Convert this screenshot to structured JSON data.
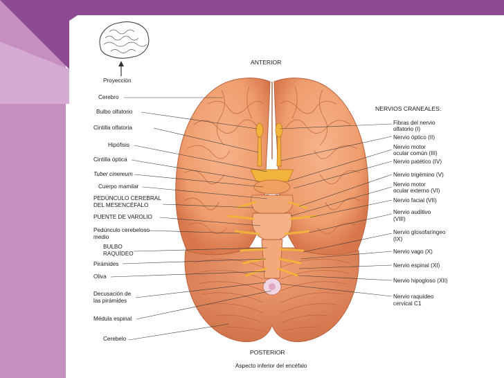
{
  "header": {
    "anterior": "ANTERIOR",
    "posterior": "POSTERIOR",
    "projection": "Proyección"
  },
  "caption": "Aspecto inferior del encéfalo",
  "right_header": "NERVIOS CRANEALES:",
  "left_labels": [
    "Cerebro",
    "Bulbo olfatorio",
    "Cintilla olfatoria",
    "Hipófisis",
    "Cintilla óptica",
    "Tuber cinereum",
    "Cuerpo mamilar",
    "PEDÚNCULO CEREBRAL",
    "DEL MESENCÉFALO",
    "PUENTE DE VAROLIO",
    "Pedúnculo cerebeloso",
    "medio",
    "BULBO",
    "RAQUÍDEO",
    "Pirámides",
    "Oliva",
    "Decusación de",
    "las pirámides",
    "Médula espinal",
    "Cerebelo"
  ],
  "right_labels": [
    "Fibras del nervio",
    "olfatorio (I)",
    "Nervio óptico (II)",
    "Nervio motor",
    "ocular común (III)",
    "Nervio patético (IV)",
    "Nervio trigémino (V)",
    "Nervio motor",
    "ocular externo (VI)",
    "Nervio facial (VII)",
    "Nervio auditivo",
    "(VIII)",
    "Nervio glosofaríngeo",
    "(IX)",
    "Nervio vago (X)",
    "Nervio espinal (XI)",
    "Nervio hipogloso (XII)",
    "Nervio raquídeo",
    "cervical C1"
  ],
  "colors": {
    "accent_purple": "#8e4b94",
    "side_purple": "#c58fc0",
    "brain": "#f0a173",
    "brain_dark": "#d9764a",
    "nerve": "#f2b33c"
  }
}
